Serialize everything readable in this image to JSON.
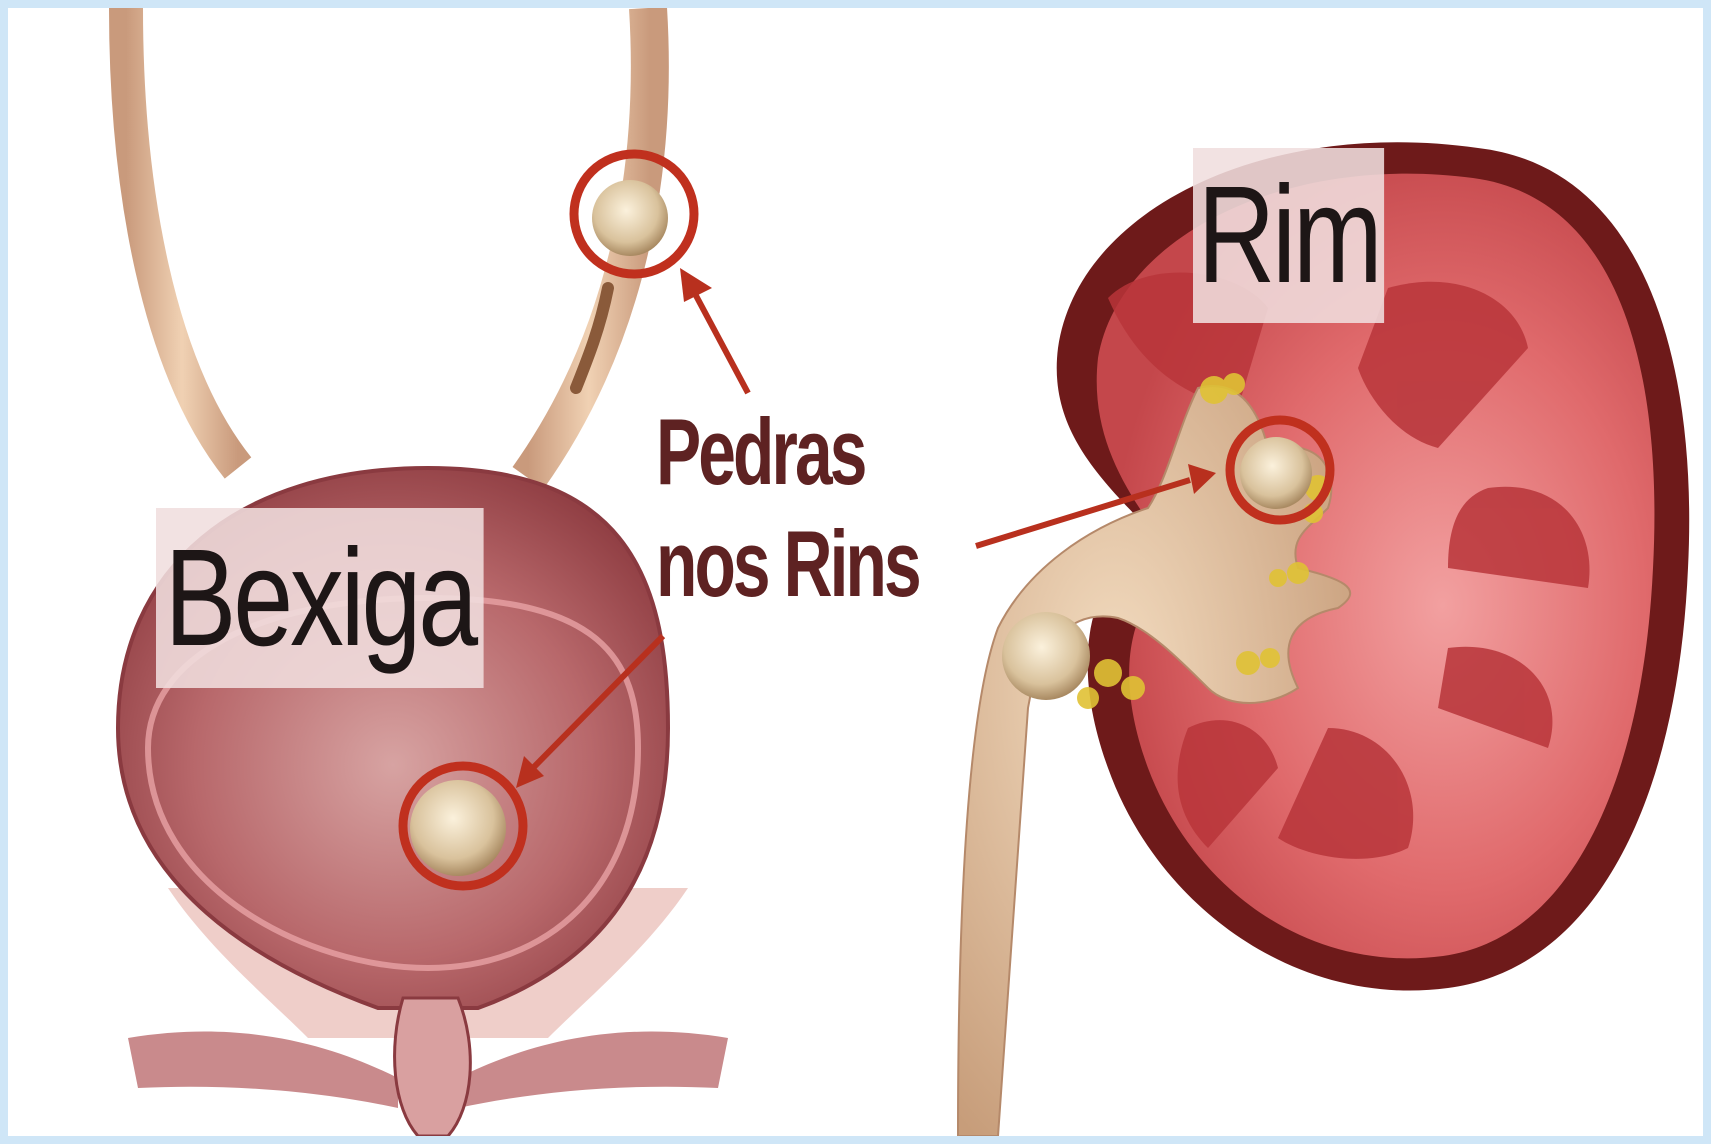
{
  "labels": {
    "bladder": "Bexiga",
    "kidney": "Rim",
    "stones_line1": "Pedras",
    "stones_line2": "nos Rins"
  },
  "colors": {
    "background": "#ffffff",
    "border": "#cfe6f7",
    "kidney_outer": "#6e1a1a",
    "kidney_cortex": "#d94a4e",
    "pyramid": "#b8353a",
    "bladder": "#a85458",
    "ureter": "#e8c3a0",
    "stone": "#e4d3b6",
    "highlight_ring": "#c0301e",
    "label_text": "#5e2222"
  }
}
